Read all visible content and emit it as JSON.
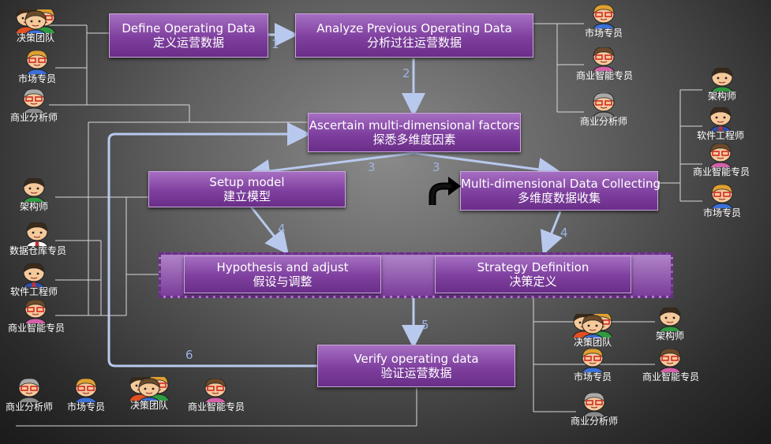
{
  "boxes": {
    "define": {
      "en": "Define Operating Data",
      "zh": "定义运营数据"
    },
    "analyze": {
      "en": "Analyze Previous Operating Data",
      "zh": "分析过往运营数据"
    },
    "ascertain": {
      "en": "Ascertain multi-dimensional factors",
      "zh": "探悉多维度因素"
    },
    "setup": {
      "en": "Setup model",
      "zh": "建立模型"
    },
    "collect": {
      "en": "Multi-dimensional Data Collecting",
      "zh": "多维度数据收集"
    },
    "hypothesis": {
      "en": "Hypothesis and adjust",
      "zh": "假设与调整"
    },
    "strategy": {
      "en": "Strategy Definition",
      "zh": "决策定义"
    },
    "verify": {
      "en": "Verify operating data",
      "zh": "验证运营数据"
    }
  },
  "steps": [
    "1",
    "2",
    "3",
    "3",
    "4",
    "4",
    "5",
    "6"
  ],
  "roles": {
    "decision_team": "决策团队",
    "marketing": "市场专员",
    "bi": "商业智能专员",
    "analyst": "商业分析师",
    "architect": "架构师",
    "dw": "数据仓库专员",
    "engineer": "软件工程师"
  },
  "colors": {
    "box": "#7e3f9e",
    "connector": "#b9c9ee",
    "line": "#d9d9d9"
  }
}
